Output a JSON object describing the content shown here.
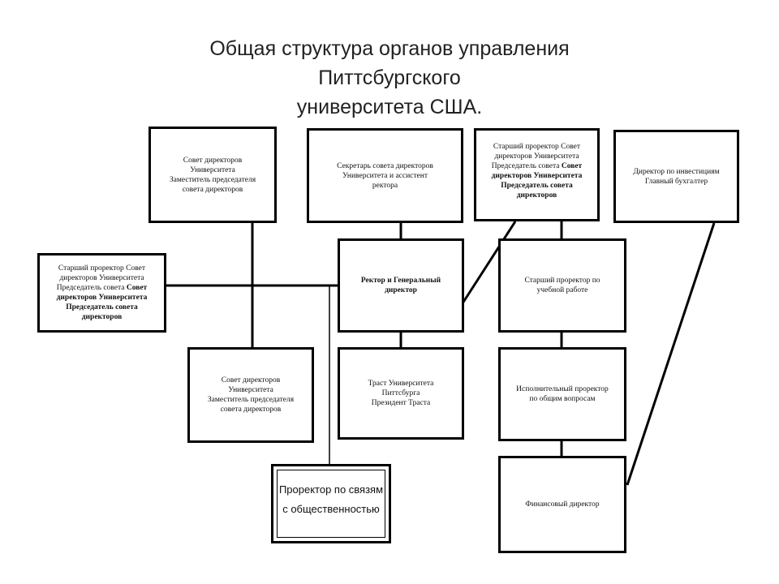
{
  "title": {
    "line1": "Общая структура органов управления Питтсбургского",
    "line2": "университета США."
  },
  "boxes": {
    "board_top": {
      "line1": "Совет директоров",
      "line2": "Университета",
      "line3": "Заместитель председателя",
      "line4": "совета директоров"
    },
    "secretary": {
      "line1": "Секретарь совета директоров",
      "line2": "Университета и ассистент",
      "line3": "ректора"
    },
    "senior_chair_top": {
      "line1": "Старший проректор Совет",
      "line2": "директоров Университета",
      "line3": "Председатель совета",
      "line3b": "Совет",
      "line4": "директоров Университета",
      "line5": "Председатель совета",
      "line6": "директоров"
    },
    "investments": {
      "line1": "Директор по инвестициям",
      "line2": "Главный бухгалтер"
    },
    "senior_chair_left": {
      "line1": "Старший проректор Совет",
      "line2": "директоров Университета",
      "line3": "Председатель совета",
      "line3b": "Совет",
      "line4": "директоров Университета",
      "line5": "Председатель совета",
      "line6": "директоров"
    },
    "rector": {
      "line1": "Ректор и Генеральный",
      "line2": "директор"
    },
    "academic": {
      "line1": "Старший проректор по",
      "line2": "учебной работе"
    },
    "board_bottom": {
      "line1": "Совет директоров",
      "line2": "Университета",
      "line3": "Заместитель председателя",
      "line4": "совета директоров"
    },
    "trust": {
      "line1": "Траст Университета",
      "line2": "Питтсбурга",
      "line3": "Президент Траста"
    },
    "executive": {
      "line1": "Исполнительный проректор",
      "line2": "по общим вопросам"
    },
    "public_relations": {
      "line1": "Проректор по связям",
      "line2": "с общественностью"
    },
    "cfo": {
      "line1": "Финансовый директор"
    }
  }
}
